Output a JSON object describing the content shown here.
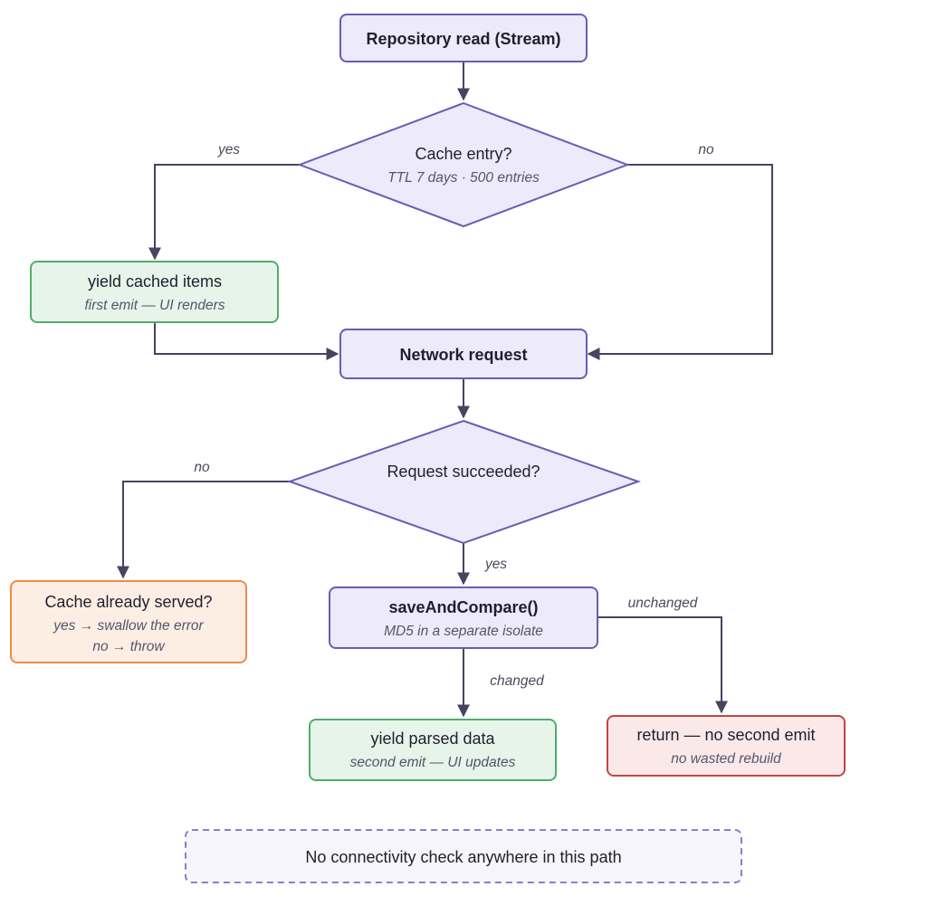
{
  "nodes": {
    "repo_read": {
      "title": "Repository read (Stream)"
    },
    "cache_entry": {
      "title": "Cache entry?",
      "subtitle": "TTL 7 days · 500 entries"
    },
    "yield_cached": {
      "title": "yield cached items",
      "subtitle": "first emit — UI renders"
    },
    "network_request": {
      "title": "Network request"
    },
    "request_succeeded": {
      "title": "Request succeeded?"
    },
    "cache_served": {
      "title": "Cache already served?",
      "line1": "yes → swallow the error",
      "line2": "no → throw"
    },
    "save_compare": {
      "title": "saveAndCompare()",
      "subtitle": "MD5 in a separate isolate"
    },
    "yield_parsed": {
      "title": "yield parsed data",
      "subtitle": "second emit — UI updates"
    },
    "return_no_emit": {
      "title": "return — no second emit",
      "subtitle": "no wasted rebuild"
    },
    "note": {
      "text": "No connectivity check anywhere in this path"
    }
  },
  "edges": {
    "cache_yes": "yes",
    "cache_no": "no",
    "request_no": "no",
    "request_yes": "yes",
    "compare_unchanged": "unchanged",
    "compare_changed": "changed"
  },
  "colors": {
    "purple_fill": "#ECEAFB",
    "purple_stroke": "#6B5BB3",
    "green_fill": "#E6F4EA",
    "green_stroke": "#4CAF6A",
    "orange_fill": "#FDEEE4",
    "orange_stroke": "#F08A4B",
    "red_fill": "#FBE9E9",
    "red_stroke": "#C0463E",
    "note_fill": "#F6F5FB",
    "note_stroke": "#8A80C4",
    "edge": "#454560"
  }
}
